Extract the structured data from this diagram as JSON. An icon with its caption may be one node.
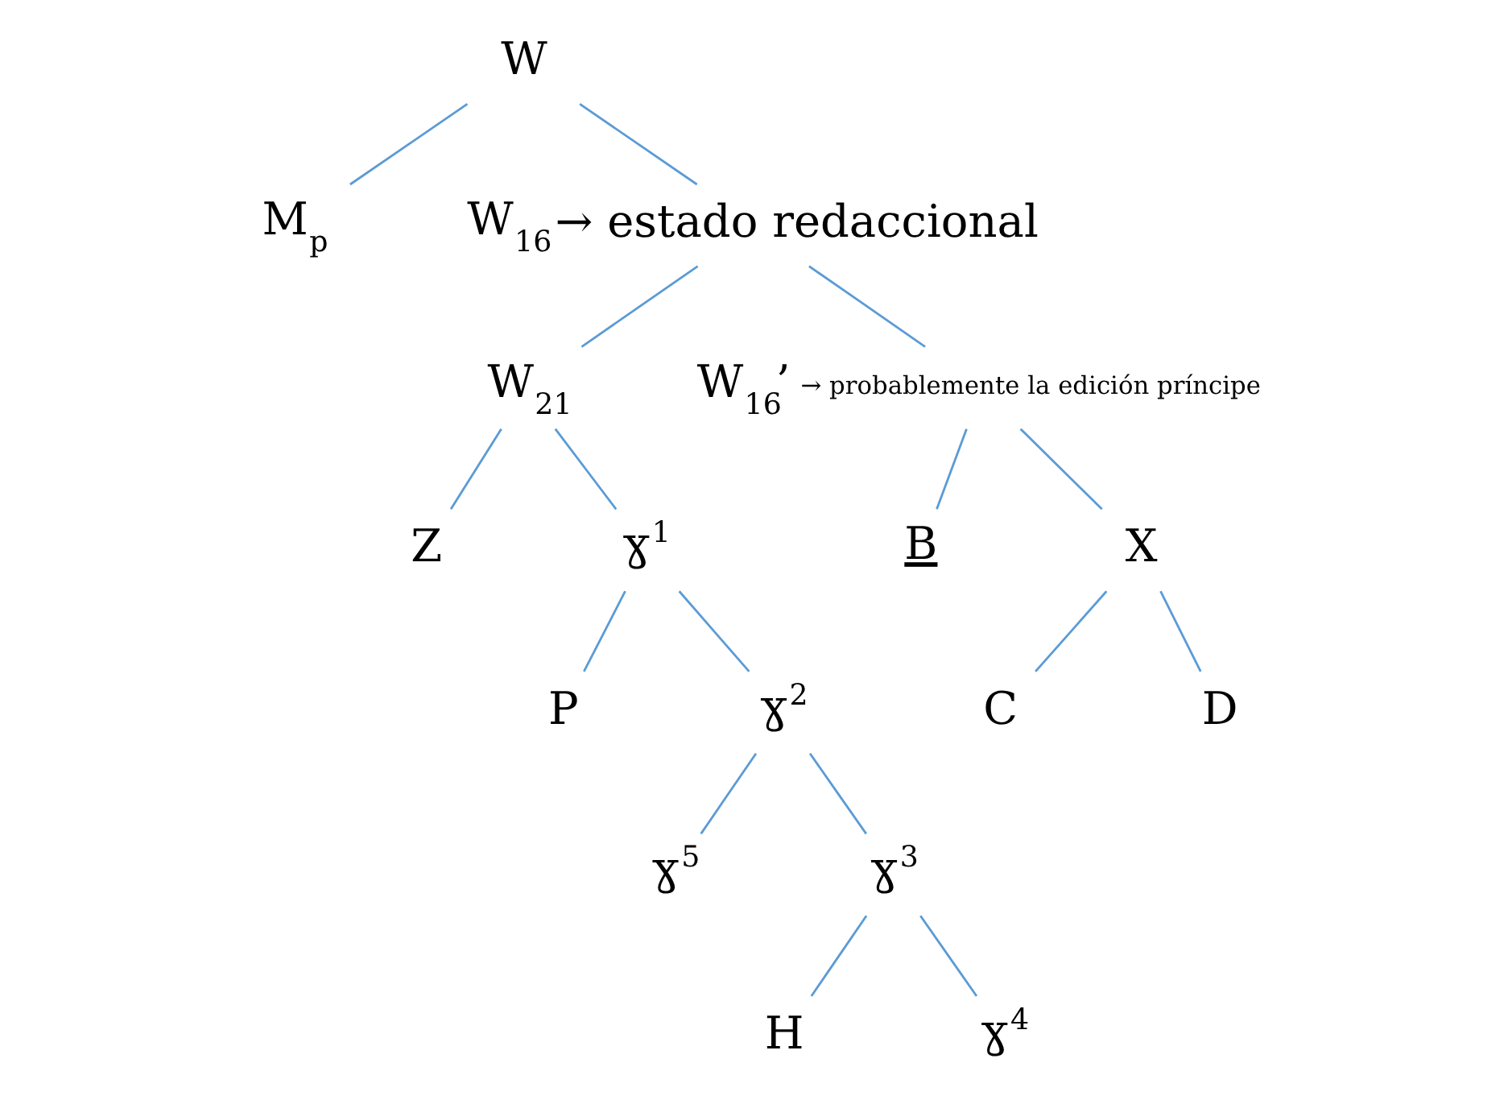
{
  "diagram": {
    "nodes": [
      {
        "text": [
          "W"
        ]
      },
      {
        "text": [
          "M$_{p}$"
        ]
      },
      {
        "text": [
          "W$_{16}$"
        ],
        "beside": [
          "→ estado redaccional"
        ]
      },
      {
        "text": [
          "W$_{21}$"
        ]
      },
      {
        "text": [
          "W$_{16}$’"
        ],
        "beside": [
          "→ probablemente la edición príncipe"
        ]
      },
      {
        "text": [
          "Z"
        ]
      },
      {
        "text": [
          "ɣ$^{1}$"
        ]
      },
      {
        "text": [
          "B"
        ]
      },
      {
        "text": [
          "X"
        ]
      },
      {
        "text": [
          "P"
        ]
      },
      {
        "text": [
          "ɣ$^{2}$"
        ]
      },
      {
        "text": [
          "C"
        ]
      },
      {
        "text": [
          "D"
        ]
      },
      {
        "text": [
          "ɣ$^{5}$"
        ]
      },
      {
        "text": [
          "ɣ$^{3}$"
        ]
      },
      {
        "text": [
          "H"
        ]
      },
      {
        "text": [
          "ɣ$^{4}$"
        ]
      }
    ],
    "edges": [
      {
        "from": 0,
        "to": 1,
        "arrow": "none"
      },
      {
        "from": 0,
        "to": 2,
        "arrow": "none"
      },
      {
        "from": 2,
        "to": 3,
        "arrow": "none"
      },
      {
        "from": 2,
        "to": 4,
        "arrow": "none"
      },
      {
        "from": 3,
        "to": 5,
        "arrow": "none"
      },
      {
        "from": 3,
        "to": 6,
        "arrow": "none"
      },
      {
        "from": 4,
        "to": 7,
        "arrow": "none"
      },
      {
        "from": 4,
        "to": 8,
        "arrow": "none"
      },
      {
        "from": 6,
        "to": 9,
        "arrow": "none"
      },
      {
        "from": 6,
        "to": 10,
        "arrow": "none"
      },
      {
        "from": 8,
        "to": 11,
        "arrow": "none"
      },
      {
        "from": 8,
        "to": 12,
        "arrow": "none"
      },
      {
        "from": 10,
        "to": 13,
        "arrow": "none"
      },
      {
        "from": 10,
        "to": 14,
        "arrow": "none"
      },
      {
        "from": 14,
        "to": 15,
        "arrow": "none"
      },
      {
        "from": 14,
        "to": 16,
        "arrow": "none"
      }
    ]
  }
}
